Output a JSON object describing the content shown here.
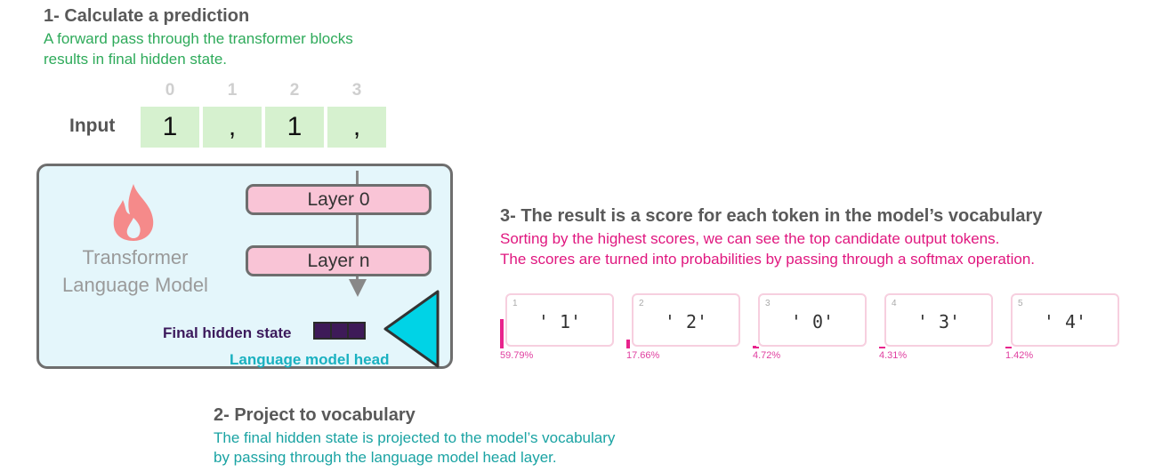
{
  "step1": {
    "title": "1- Calculate a prediction",
    "desc_line1": "A forward pass through the transformer blocks",
    "desc_line2": "results in final hidden state."
  },
  "input": {
    "label": "Input",
    "indices": [
      "0",
      "1",
      "2",
      "3"
    ],
    "tokens": [
      "1",
      ",",
      "1",
      ","
    ]
  },
  "model": {
    "name_line1": "Transformer",
    "name_line2": "Language Model",
    "layers": [
      "Layer 0",
      "Layer n"
    ],
    "final_hidden_state_label": "Final hidden state",
    "lm_head_label": "Language model head"
  },
  "step2": {
    "title": "2- Project to vocabulary",
    "desc_line1": "The final hidden state is projected to the model’s vocabulary",
    "desc_line2": "by passing through the language model head layer."
  },
  "step3": {
    "title": "3- The result is a score for each token in the model’s vocabulary",
    "desc_line1": "Sorting by the highest scores, we can see the top candidate output tokens.",
    "desc_line2": "The scores are turned into probabilities by passing through a softmax operation."
  },
  "candidates": [
    {
      "rank": "1",
      "token": "' 1'",
      "pct": "59.79%",
      "prob": 0.5979
    },
    {
      "rank": "2",
      "token": "' 2'",
      "pct": "17.66%",
      "prob": 0.1766
    },
    {
      "rank": "3",
      "token": "' 0'",
      "pct": "4.72%",
      "prob": 0.0472
    },
    {
      "rank": "4",
      "token": "' 3'",
      "pct": "4.31%",
      "prob": 0.0431
    },
    {
      "rank": "5",
      "token": "' 4'",
      "pct": "1.42%",
      "prob": 0.0142
    }
  ],
  "colors": {
    "input_token_bg": "#d6f1cf",
    "model_bg": "#e4f6fb",
    "layer_bg": "#f9c4d6",
    "lm_head": "#00d3e6",
    "hidden_state": "#3e1a58",
    "prob_bar": "#e8238c"
  },
  "icons": [
    "flame-icon",
    "lm-head-trapezoid-icon",
    "down-arrow-icon"
  ]
}
